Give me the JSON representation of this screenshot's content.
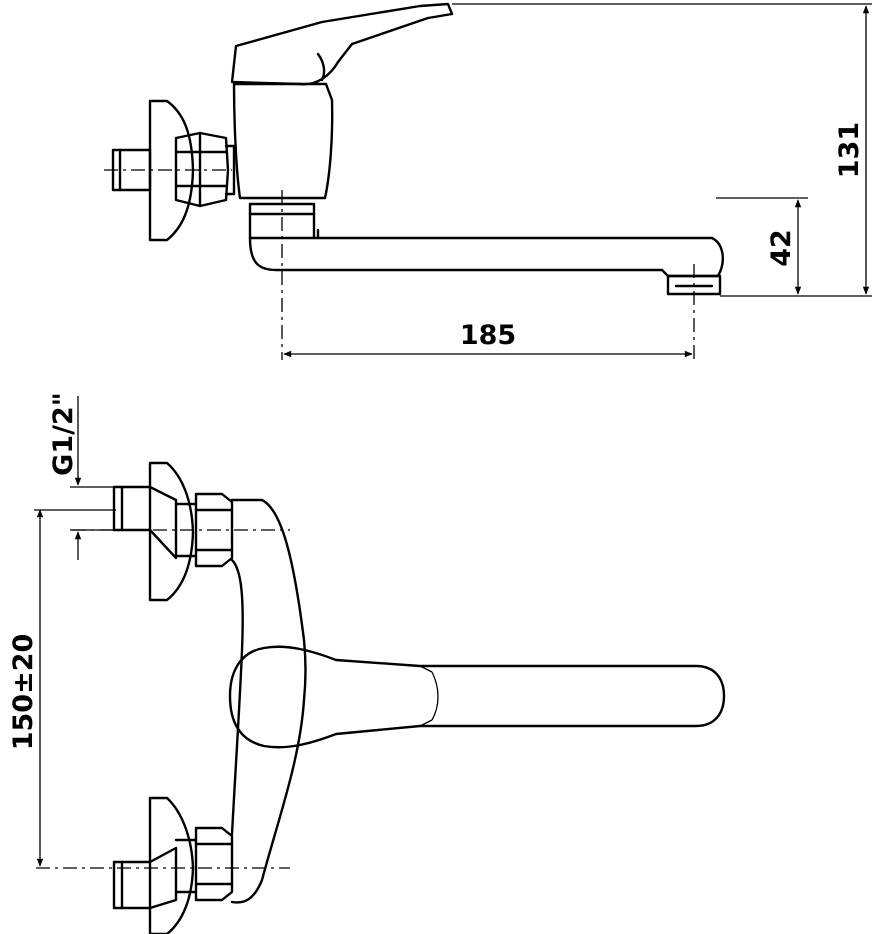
{
  "drawing": {
    "dimensions": {
      "height_total": "131",
      "spout_height": "42",
      "spout_reach": "185",
      "inlet_spacing": "150±20",
      "thread": "G1/2\""
    }
  }
}
